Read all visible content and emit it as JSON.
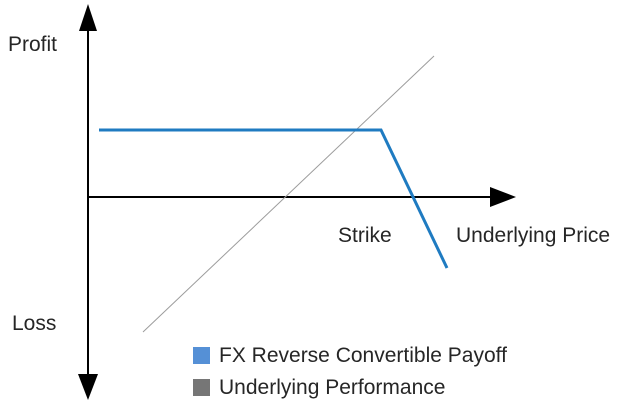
{
  "chart_data": {
    "type": "line",
    "title": "",
    "subtitle": "",
    "xlabel": "Underlying Price",
    "ylabel": "Profit",
    "ylabel_negative": "Loss",
    "grid": false,
    "legend_position": "bottom-left",
    "axes": {
      "x_axis_label": "Underlying Price",
      "y_axis_positive_label": "Profit",
      "y_axis_negative_label": "Loss",
      "x_tick_labels": [
        "Strike"
      ],
      "y_tick_labels": [],
      "x_arrow": true,
      "y_arrow_up": true,
      "y_arrow_down": true,
      "origin_x": 88,
      "origin_y": 197
    },
    "annotations": [
      {
        "text": "Strike",
        "x": 381,
        "y": 197,
        "placement": "below-axis"
      }
    ],
    "series": [
      {
        "name": "FX Reverse Convertible Payoff",
        "color": "#1f7bc1",
        "legend_color": "#5590d6",
        "style": "solid",
        "width": 3,
        "points": [
          {
            "x": 99,
            "y": 130
          },
          {
            "x": 381,
            "y": 130
          },
          {
            "x": 447,
            "y": 268
          }
        ],
        "description": "Flat capped profit until strike, then steep linear loss"
      },
      {
        "name": "Underlying Performance",
        "color": "#9c9c9c",
        "legend_color": "#767676",
        "style": "solid",
        "width": 1,
        "points": [
          {
            "x": 143,
            "y": 332
          },
          {
            "x": 434,
            "y": 56
          }
        ],
        "description": "Linear upward sloping underlying payoff"
      }
    ],
    "legend": [
      {
        "label": "FX Reverse Convertible Payoff",
        "color": "#5590d6"
      },
      {
        "label": "Underlying Performance",
        "color": "#767676"
      }
    ],
    "colors": {
      "payoff_line": "#1f7bc1",
      "payoff_swatch": "#5590d6",
      "underlying_line": "#9c9c9c",
      "underlying_swatch": "#767676",
      "axis": "#000000",
      "text": "#262626",
      "background": "#ffffff"
    }
  }
}
